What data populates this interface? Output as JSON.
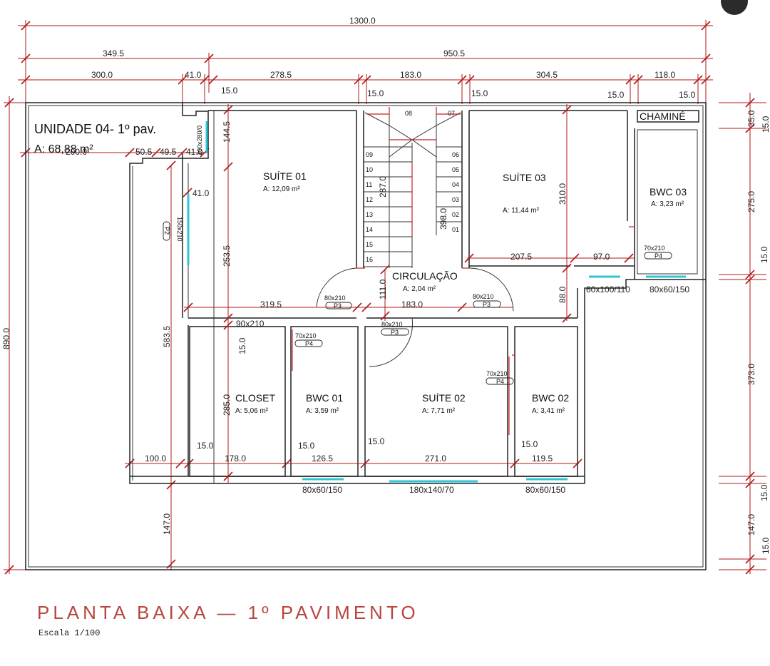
{
  "unit": {
    "title": "UNIDADE 04- 1º pav.",
    "area": "A: 68,88 m²"
  },
  "chimney": "CHAMINÉ",
  "drawing_title": "PLANTA BAIXA — 1º PAVIMENTO",
  "scale": "Escala 1/100",
  "rooms": [
    {
      "id": "suite01",
      "name": "SUÍTE 01",
      "area": "A: 12,09 m²"
    },
    {
      "id": "suite03",
      "name": "SUÍTE 03",
      "area": "A: 11,44 m²"
    },
    {
      "id": "bwc03",
      "name": "BWC 03",
      "area": "A: 3,23 m²"
    },
    {
      "id": "circ",
      "name": "CIRCULAÇÃO",
      "area": "A: 2,04 m²"
    },
    {
      "id": "closet",
      "name": "CLOSET",
      "area": "A: 5,06 m²"
    },
    {
      "id": "bwc01",
      "name": "BWC 01",
      "area": "A: 3,59 m²"
    },
    {
      "id": "suite02",
      "name": "SUÍTE 02",
      "area": "A: 7,71 m²"
    },
    {
      "id": "bwc02",
      "name": "BWC 02",
      "area": "A: 3,41 m²"
    }
  ],
  "dims_top": [
    "1300.0",
    "349.5",
    "950.5",
    "300.0",
    "41.0",
    "278.5",
    "183.0",
    "304.5",
    "118.0",
    "15.0",
    "15.0",
    "15.0",
    "15.0",
    "15.0"
  ],
  "dims_left": [
    "890.0",
    "200.0",
    "50.5",
    "49.5",
    "41.0",
    "41.0",
    "583.5",
    "147.0",
    "100.0"
  ],
  "dims_inner": [
    "144.5",
    "253.5",
    "319.5",
    "183.0",
    "111.0",
    "287.0",
    "398.0",
    "310.0",
    "207.5",
    "97.0",
    "88.0",
    "15.0",
    "285.0",
    "178.0",
    "126.5",
    "271.0",
    "119.5",
    "15.0",
    "15.0",
    "15.0",
    "15.0"
  ],
  "dims_right": [
    "35.0",
    "15.0",
    "275.0",
    "15.0",
    "373.0",
    "15.0",
    "147.0",
    "15.0"
  ],
  "doors": [
    "80x210",
    "P3",
    "80x210",
    "P3",
    "80x210",
    "P3",
    "70x210",
    "P4",
    "70x210",
    "P4",
    "70x210",
    "P4",
    "90x210",
    "150x210",
    "P2",
    "100x280/0"
  ],
  "windows": [
    "60x100/110",
    "80x60/150",
    "80x60/150",
    "180x140/70",
    "80x60/150"
  ],
  "stairs": [
    "08",
    "07",
    "09",
    "06",
    "10",
    "05",
    "11",
    "04",
    "12",
    "03",
    "13",
    "02",
    "14",
    "01",
    "15",
    "16"
  ]
}
